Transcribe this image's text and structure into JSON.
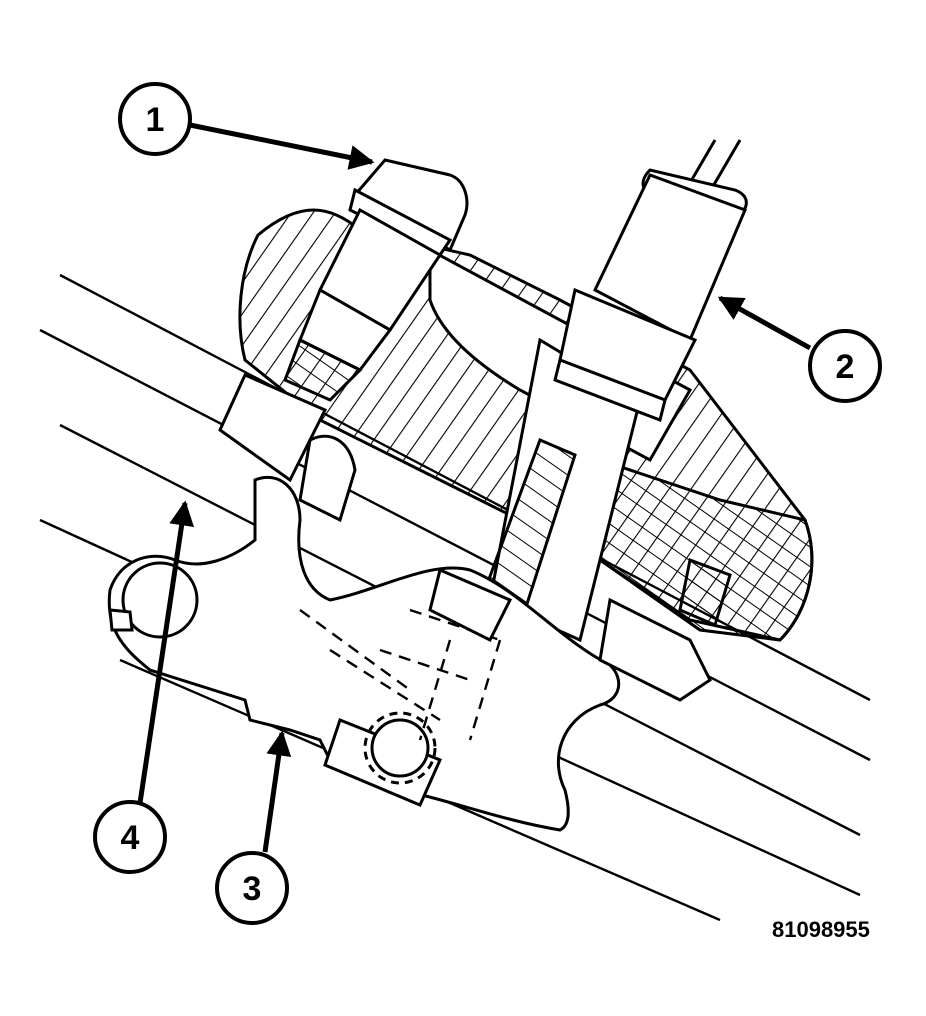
{
  "figure_id": "81098955",
  "callouts": [
    {
      "label": "1"
    },
    {
      "label": "2"
    },
    {
      "label": "3"
    },
    {
      "label": "4"
    }
  ],
  "colors": {
    "ink": "#000000",
    "paper": "#ffffff"
  }
}
